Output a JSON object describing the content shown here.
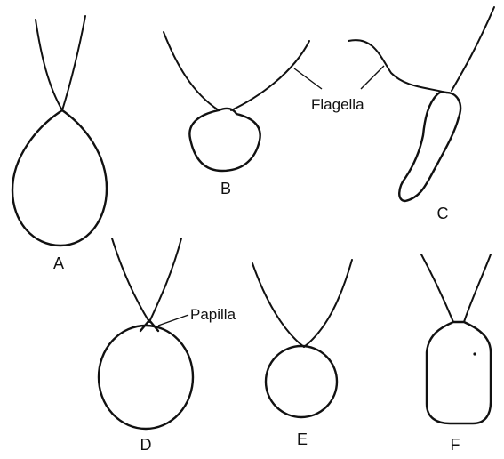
{
  "labels": {
    "flagella": "Flagella",
    "papilla": "Papilla"
  },
  "cells": [
    {
      "id": "A",
      "label": "A"
    },
    {
      "id": "B",
      "label": "B"
    },
    {
      "id": "C",
      "label": "C"
    },
    {
      "id": "D",
      "label": "D"
    },
    {
      "id": "E",
      "label": "E"
    },
    {
      "id": "F",
      "label": "F"
    }
  ]
}
